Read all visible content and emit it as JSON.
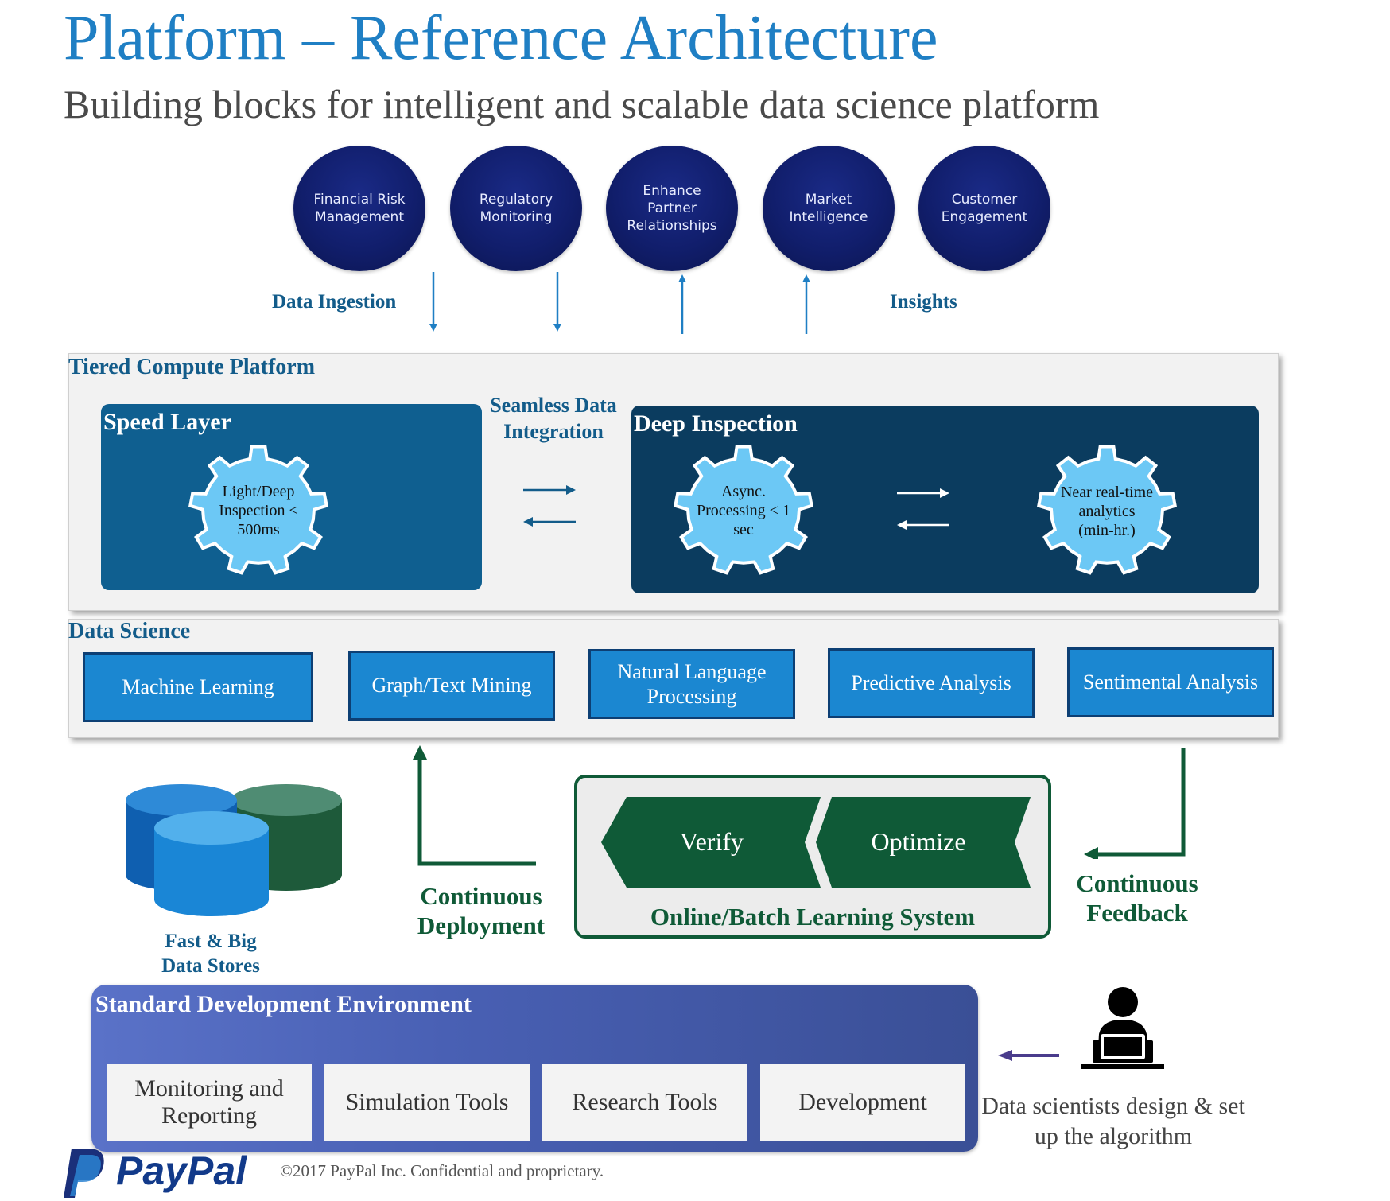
{
  "header": {
    "title": "Platform – Reference Architecture",
    "subtitle": "Building blocks for intelligent and scalable data science platform"
  },
  "use_cases": [
    {
      "label": "Financial Risk Management",
      "icon": "circle-node"
    },
    {
      "label": "Regulatory Monitoring",
      "icon": "circle-node"
    },
    {
      "label": "Enhance Partner Relationships",
      "icon": "circle-node"
    },
    {
      "label": "Market Intelligence",
      "icon": "circle-node"
    },
    {
      "label": "Customer Engagement",
      "icon": "circle-node"
    }
  ],
  "flows": {
    "ingestion_label": "Data Ingestion",
    "insights_label": "Insights"
  },
  "tiered_compute": {
    "title": "Tiered Compute Platform",
    "speed_layer": {
      "title": "Speed Layer",
      "gear_text": "Light/Deep Inspection < 500ms"
    },
    "integration_label": "Seamless Data Integration",
    "deep_inspection": {
      "title": "Deep Inspection",
      "gear1_text": "Async. Processing < 1 sec",
      "gear2_text": "Near real-time analytics (min-hr.)"
    }
  },
  "data_science": {
    "title": "Data Science",
    "items": [
      "Machine Learning",
      "Graph/Text Mining",
      "Natural Language Processing",
      "Predictive Analysis",
      "Sentimental Analysis"
    ]
  },
  "data_stores": {
    "label": "Fast & Big Data Stores"
  },
  "continuous_deployment": "Continuous Deployment",
  "learning_system": {
    "title": "Online/Batch Learning System",
    "steps": [
      "Verify",
      "Optimize"
    ]
  },
  "continuous_feedback": "Continuous Feedback",
  "sde": {
    "title": "Standard Development Environment",
    "items": [
      "Monitoring and Reporting",
      "Simulation Tools",
      "Research Tools",
      "Development"
    ]
  },
  "data_scientist": {
    "caption": "Data scientists design & set up the algorithm",
    "icon": "data-scientist-icon"
  },
  "footer": {
    "logo_text": "PayPal",
    "copyright": "©2017 PayPal Inc. Confidential and proprietary."
  },
  "colors": {
    "title_blue": "#1f7fc4",
    "label_blue": "#135c8a",
    "circle_navy": "#111e6c",
    "speed_blue": "#0f5f90",
    "deep_navy": "#0b3c5f",
    "gear_light": "#6cc8f5",
    "ds_blue": "#1b87d1",
    "green": "#0f5a37",
    "sde_purple": "#4960b4"
  }
}
